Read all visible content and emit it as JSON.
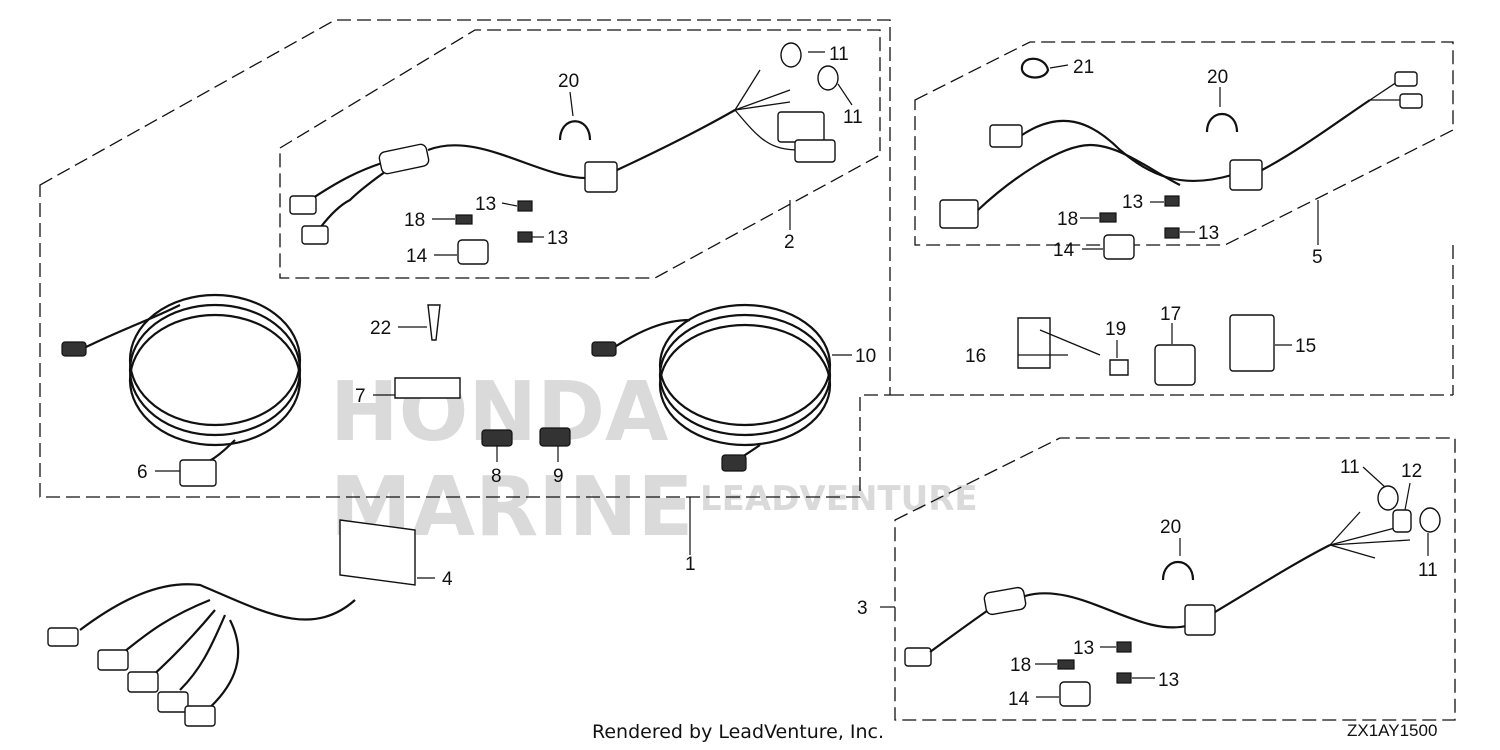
{
  "watermark": {
    "line1": "HONDA",
    "line2": "MARINE",
    "line3": "LEADVENTURE"
  },
  "callouts": [
    {
      "id": "c1",
      "text": "1"
    },
    {
      "id": "c2",
      "text": "2"
    },
    {
      "id": "c3",
      "text": "3"
    },
    {
      "id": "c4",
      "text": "4"
    },
    {
      "id": "c5",
      "text": "5"
    },
    {
      "id": "c6",
      "text": "6"
    },
    {
      "id": "c7",
      "text": "7"
    },
    {
      "id": "c8",
      "text": "8"
    },
    {
      "id": "c9",
      "text": "9"
    },
    {
      "id": "c10",
      "text": "10"
    },
    {
      "id": "c11a",
      "text": "11"
    },
    {
      "id": "c11b",
      "text": "11"
    },
    {
      "id": "c11c",
      "text": "11"
    },
    {
      "id": "c11d",
      "text": "11"
    },
    {
      "id": "c12",
      "text": "12"
    },
    {
      "id": "c13a",
      "text": "13"
    },
    {
      "id": "c13b",
      "text": "13"
    },
    {
      "id": "c13c",
      "text": "13"
    },
    {
      "id": "c13d",
      "text": "13"
    },
    {
      "id": "c13e",
      "text": "13"
    },
    {
      "id": "c13f",
      "text": "13"
    },
    {
      "id": "c14a",
      "text": "14"
    },
    {
      "id": "c14b",
      "text": "14"
    },
    {
      "id": "c14c",
      "text": "14"
    },
    {
      "id": "c15",
      "text": "15"
    },
    {
      "id": "c16",
      "text": "16"
    },
    {
      "id": "c17",
      "text": "17"
    },
    {
      "id": "c18a",
      "text": "18"
    },
    {
      "id": "c18b",
      "text": "18"
    },
    {
      "id": "c18c",
      "text": "18"
    },
    {
      "id": "c19",
      "text": "19"
    },
    {
      "id": "c20a",
      "text": "20"
    },
    {
      "id": "c20b",
      "text": "20"
    },
    {
      "id": "c20c",
      "text": "20"
    },
    {
      "id": "c21",
      "text": "21"
    },
    {
      "id": "c22",
      "text": "22"
    }
  ],
  "footer": {
    "rendered_by": "Rendered by LeadVenture, Inc.",
    "diagram_code": "ZX1AY1500"
  }
}
